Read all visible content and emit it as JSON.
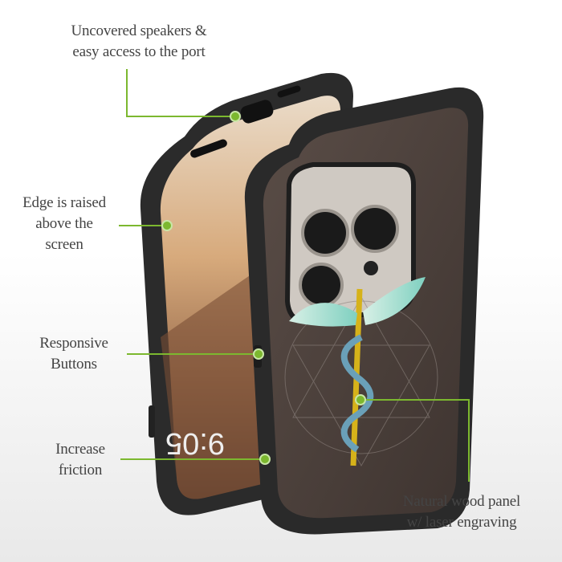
{
  "callouts": [
    {
      "lines": [
        "Uncovered speakers &",
        "easy access to the port"
      ]
    },
    {
      "lines": [
        "Edge is raised",
        "above the",
        "screen"
      ]
    },
    {
      "lines": [
        "Responsive",
        "Buttons"
      ]
    },
    {
      "lines": [
        "Increase",
        "friction"
      ]
    },
    {
      "lines": [
        "Natural wood panel",
        "w/ laser engraving"
      ]
    }
  ],
  "phone_screen": {
    "time": "9:05"
  },
  "colors": {
    "accent": "#7cb82f",
    "case": "#2a2a2a",
    "wood": "#4a3f3a",
    "text": "#444444"
  }
}
